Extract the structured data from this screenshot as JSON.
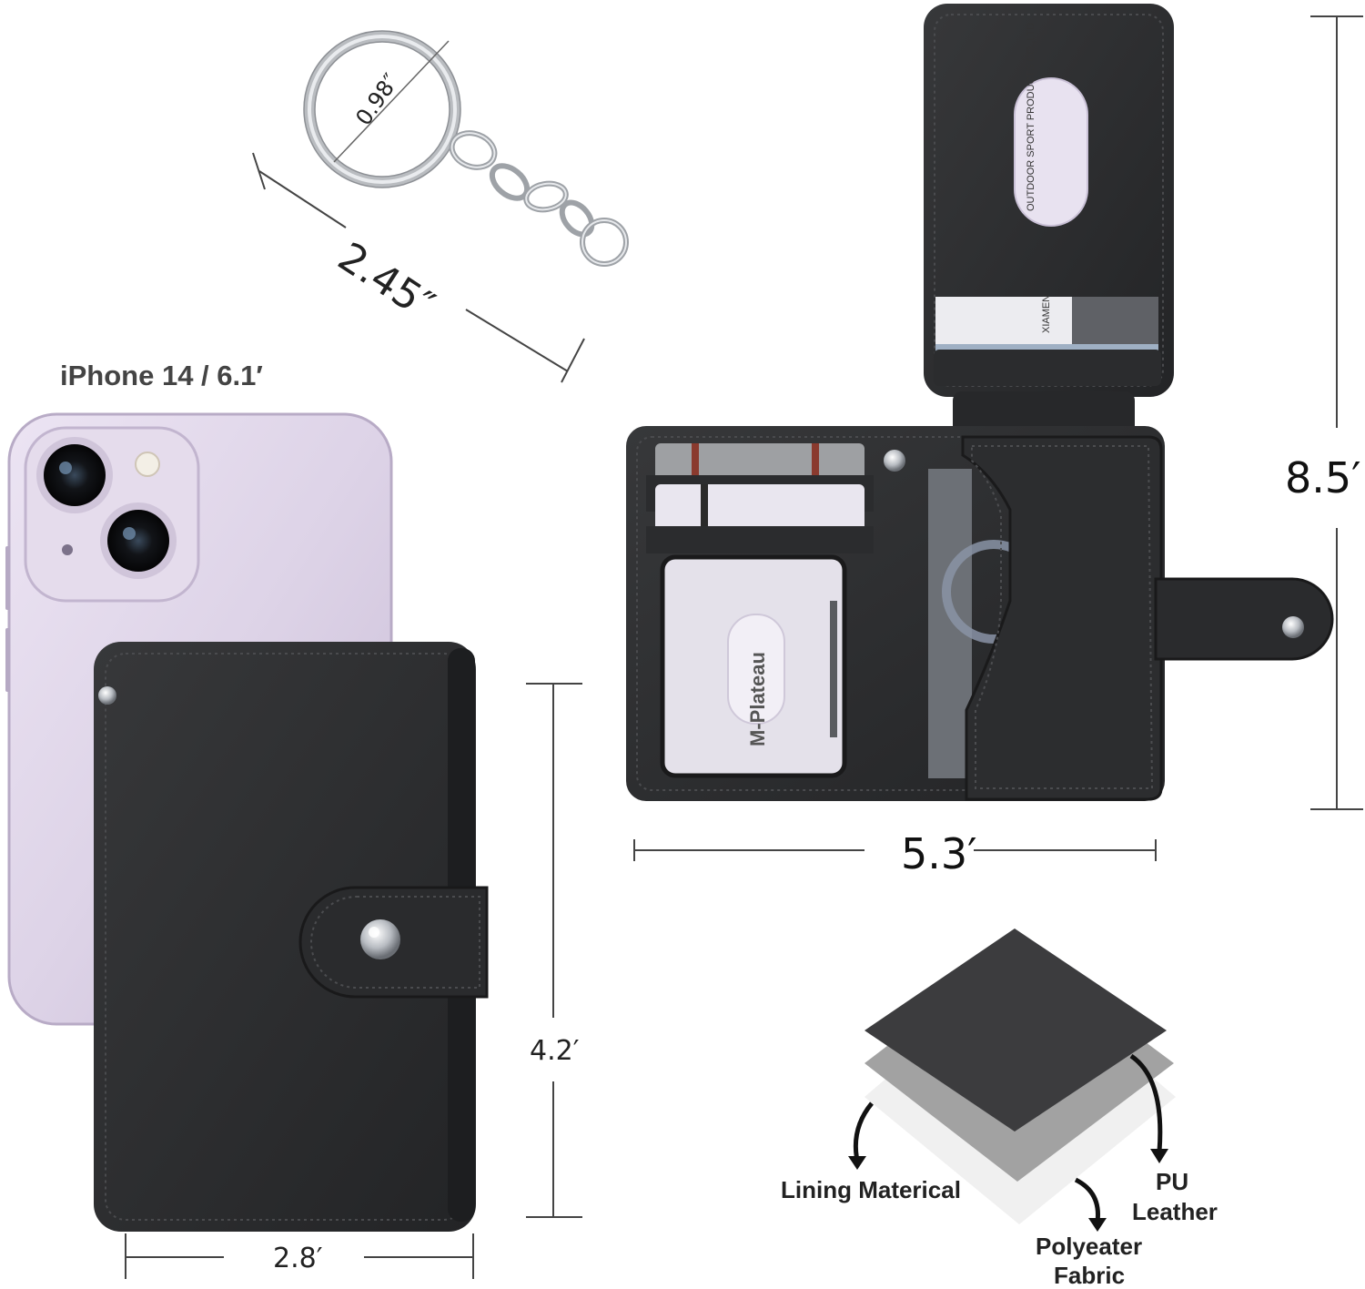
{
  "phone": {
    "model_label": "iPhone 14 / 6.1′"
  },
  "keyring": {
    "length_label": "2.45″",
    "ring_diameter_label": "0.98″"
  },
  "open_wallet": {
    "height_label": "8.5′",
    "width_label": "5.3′",
    "card_print": {
      "brand": "M-Plateau",
      "maker": "XIAMEN",
      "maker_line": "OUTDOOR SPORT PRODUCTS CO.,LTD"
    }
  },
  "closed_wallet": {
    "height_label": "4.2′",
    "width_label": "2.8′"
  },
  "materials": {
    "lining": "Lining Materical",
    "pu_line1": "PU",
    "pu_line2": "Leather",
    "fabric_line1": "Polyeater",
    "fabric_line2": "Fabric"
  },
  "colors": {
    "leather": "#2b2c2e",
    "phone_body": "#dcd2e6",
    "card_gray": "#9ea0a3"
  }
}
